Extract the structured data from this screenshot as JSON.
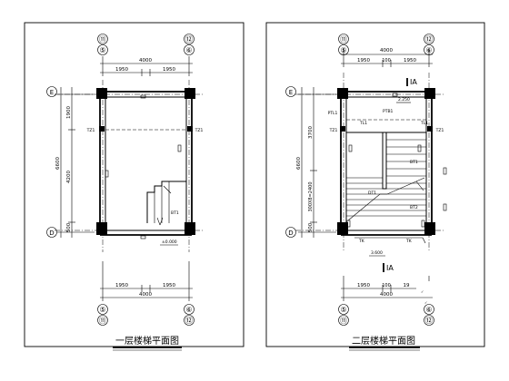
{
  "left_plan": {
    "title": "一层楼梯平面图",
    "grid_top_left": [
      "⑪",
      "⑤"
    ],
    "grid_top_right": [
      "⑫",
      "⑥"
    ],
    "grid_bottom_left": [
      "⑤",
      "⑪"
    ],
    "grid_bottom_right": [
      "⑥",
      "⑫"
    ],
    "grid_left_top": "E",
    "grid_left_bottom": "D",
    "top_total": "4000",
    "top_left_seg": "1950",
    "top_right_seg": "1950",
    "bottom_total": "4000",
    "bottom_left_seg": "1950",
    "bottom_right_seg": "1950",
    "side_total": "6600",
    "side_seg_top": "1900",
    "side_seg_mid": "4200",
    "side_seg_bot": "500",
    "col_label_left": "TZ1",
    "col_label_right": "TZ1",
    "flight_label": "BT1",
    "elevation": "±0.000"
  },
  "right_plan": {
    "title": "二层楼梯平面图",
    "grid_top_left": [
      "⑪",
      "⑤"
    ],
    "grid_top_right": [
      "⑫",
      "⑥"
    ],
    "grid_bottom_left": [
      "⑤",
      "⑪"
    ],
    "grid_bottom_right": [
      "⑥",
      "⑫"
    ],
    "grid_left_top": "E",
    "grid_left_bottom": "D",
    "top_total": "4000",
    "top_left_seg": "1950",
    "top_mid_seg": "100",
    "top_right_seg": "1950",
    "bottom_total": "4000",
    "bottom_left_seg": "1950",
    "bottom_mid_seg": "100",
    "bottom_right_seg": "19",
    "side_total": "6600",
    "side_seg_top": "3700",
    "side_seg_mid": "300X8=2400",
    "side_seg_bot": "500",
    "section_top": "IA",
    "section_bottom": "IA",
    "landing_elev": "2.250",
    "pt_label": "PTB1",
    "pl_label": "PTL1",
    "tl_label_a": "TL1",
    "tl_label_b": "TL1",
    "col_label_left": "TZ1",
    "col_label_right": "TZ1",
    "flight_a": "BT1",
    "flight_b": "BT2",
    "flight_c": "DT1",
    "floor_elev": "3.600",
    "tk_left": "TK",
    "tk_right": "TK"
  }
}
